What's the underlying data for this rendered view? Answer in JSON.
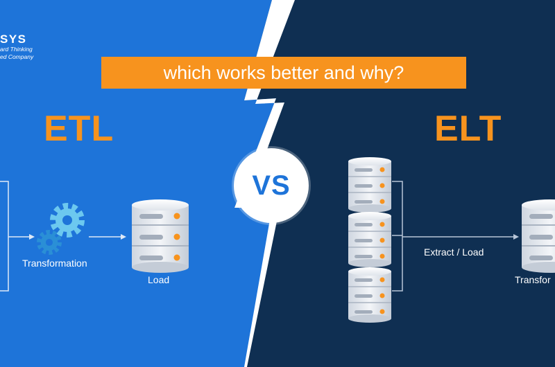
{
  "logo": {
    "name": "SYS",
    "tagline_1": "ard Thinking",
    "tagline_2": "ed Company"
  },
  "banner": {
    "text": "which works better and why?"
  },
  "etl": {
    "title": "ETL",
    "transform_label": "Transformation",
    "load_label": "Load"
  },
  "elt": {
    "title": "ELT",
    "extract_load_label": "Extract / Load",
    "transform_label": "Transfor"
  },
  "vs": {
    "text": "VS"
  },
  "colors": {
    "left_bg": "#1e74d9",
    "right_bg": "#0f2f52",
    "accent": "#f7931e",
    "gear_light": "#6cc8ef",
    "gear_dark": "#2a8fd6"
  }
}
